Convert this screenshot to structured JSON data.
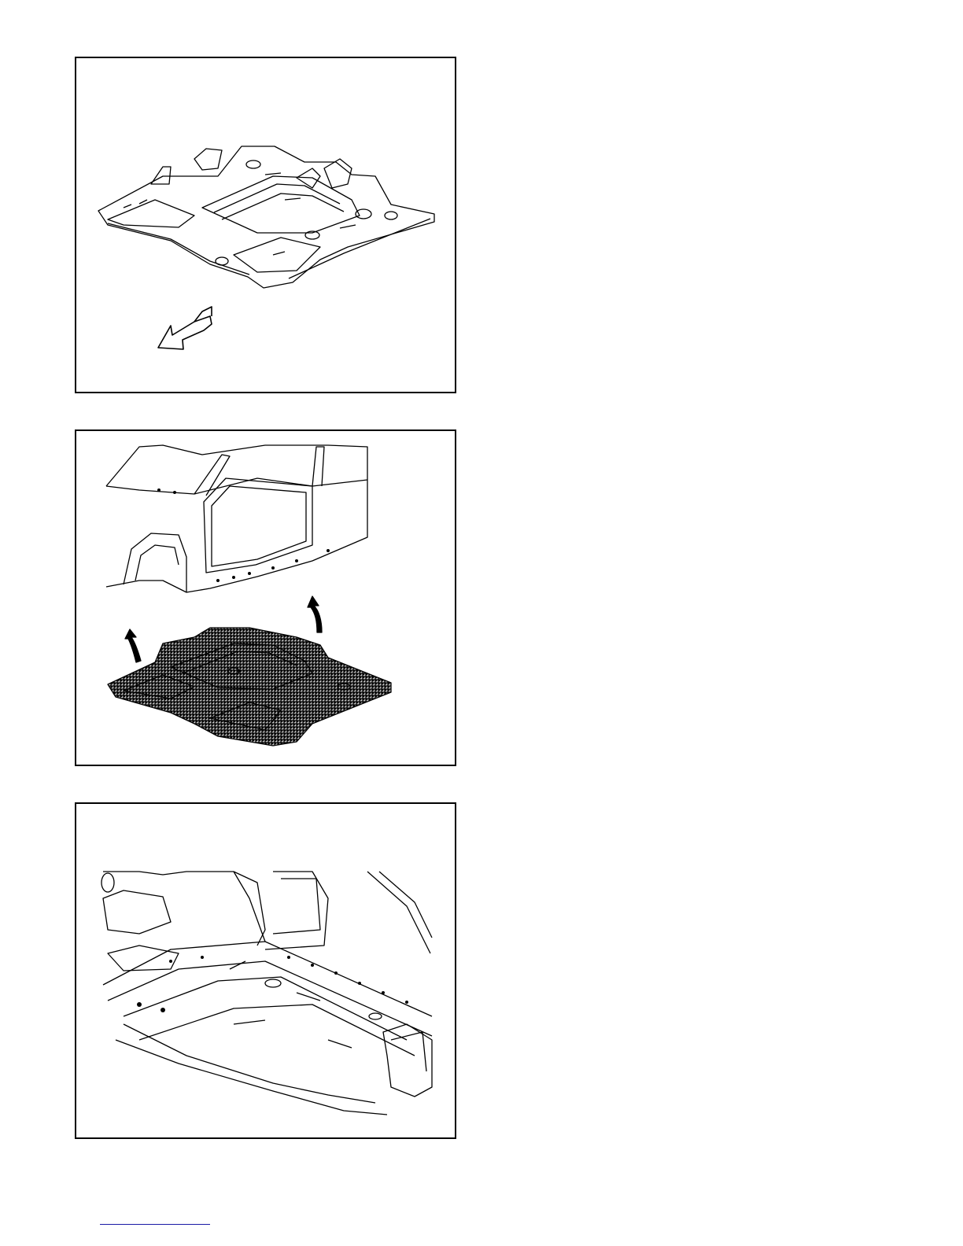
{
  "figures": [
    {
      "subject": "floor-panel-assembly-with-direction-arrow"
    },
    {
      "subject": "floor-panel-being-removed-from-body"
    },
    {
      "subject": "body-underside-with-floor-panel-removed"
    }
  ],
  "colors": {
    "line": "#000000",
    "shade": "#bdbdbd",
    "link": "#1a1aa6"
  }
}
